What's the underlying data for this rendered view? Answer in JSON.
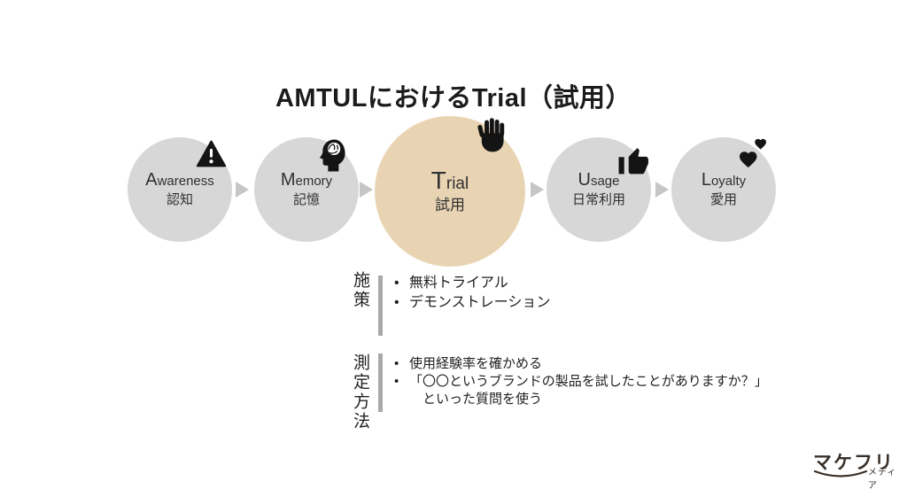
{
  "title": "AMTULにおけるTrial（試用）",
  "colors": {
    "highlight_circle": "#e8d4b3",
    "stage_circle": "#d7d7d7",
    "arrow": "#c6c6c6",
    "divider_bar": "#a9a9a9",
    "text": "#1f1f1f",
    "logo": "#383029"
  },
  "funnel": {
    "stages": [
      {
        "en_first": "A",
        "en_rest": "wareness",
        "ja": "認知",
        "icon": "warning-icon",
        "highlighted": false
      },
      {
        "en_first": "M",
        "en_rest": "emory",
        "ja": "記憶",
        "icon": "brain-icon",
        "highlighted": false
      },
      {
        "en_first": "T",
        "en_rest": "rial",
        "ja": "試用",
        "icon": "hand-icon",
        "highlighted": true
      },
      {
        "en_first": "U",
        "en_rest": "sage",
        "ja": "日常利用",
        "icon": "thumbs-up-icon",
        "highlighted": false
      },
      {
        "en_first": "L",
        "en_rest": "oyalty",
        "ja": "愛用",
        "icon": "hearts-icon",
        "highlighted": false
      }
    ]
  },
  "sections": [
    {
      "label": "施策",
      "items": [
        "無料トライアル",
        "デモンストレーション"
      ]
    },
    {
      "label": "測定方法",
      "items": [
        "使用経験率を確かめる",
        "「〇〇というブランドの製品を試したことがありますか？」\n　といった質問を使う"
      ]
    }
  ],
  "logo": {
    "brand": "マケフリ",
    "sub": "メディア"
  }
}
